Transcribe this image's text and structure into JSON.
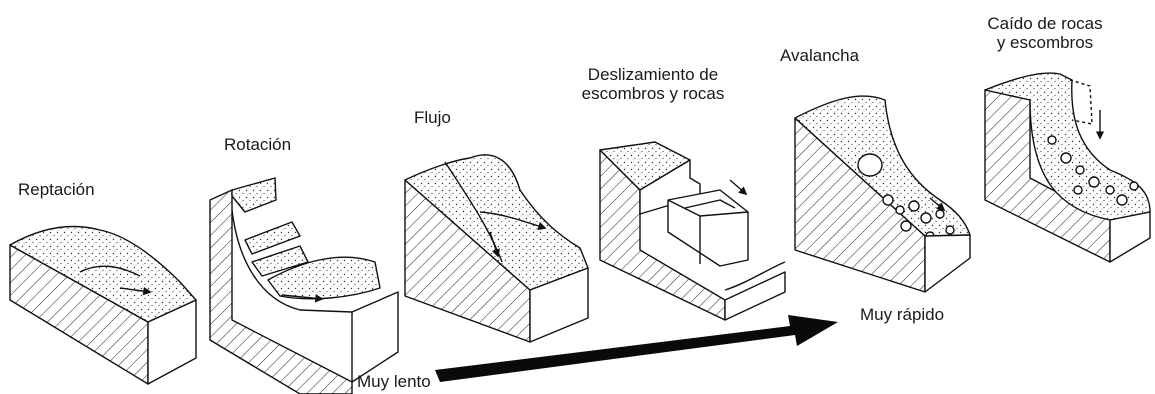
{
  "diagram": {
    "types": [
      {
        "id": "reptacion",
        "label": [
          "Reptación"
        ]
      },
      {
        "id": "rotacion",
        "label": [
          "Rotación"
        ]
      },
      {
        "id": "flujo",
        "label": [
          "Flujo"
        ]
      },
      {
        "id": "deslizamiento",
        "label": [
          "Deslizamiento de",
          "escombros y rocas"
        ]
      },
      {
        "id": "avalancha",
        "label": [
          "Avalancha"
        ]
      },
      {
        "id": "caido",
        "label": [
          "Caído de rocas",
          "y escombros"
        ]
      }
    ],
    "speed_scale": {
      "slow_label": "Muy lento",
      "fast_label": "Muy rápido"
    }
  },
  "colors": {
    "ink": "#111111",
    "background": "#ffffff"
  }
}
